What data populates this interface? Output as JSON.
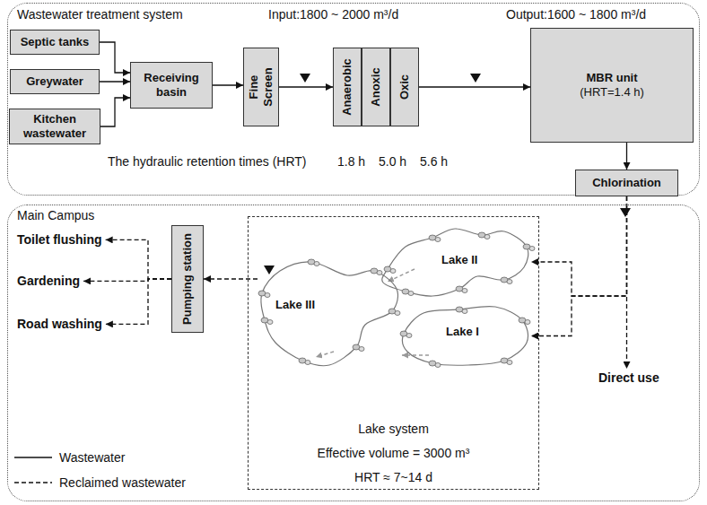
{
  "diagram": {
    "nodes": [
      {
        "text": [
          "Wastewater treatment system",
          "Input:1800 ~ 2000 m³/d",
          "Output:1600 ~ 1800 m³/d"
        ]
      },
      {
        "text": [
          "Septic tanks"
        ],
        "in": 0
      },
      {
        "text": [
          "Greywater"
        ],
        "in": 0
      },
      {
        "text": [
          "Kitchen wastewater"
        ],
        "in": 0
      },
      {
        "text": [
          "Receiving basin"
        ],
        "in": 0
      },
      {
        "text": [
          "Fine Screen"
        ],
        "in": 0
      },
      {
        "text": [
          "Anaerobic"
        ],
        "in": 0
      },
      {
        "text": [
          "Anoxic"
        ],
        "in": 0
      },
      {
        "text": [
          "Oxic"
        ],
        "in": 0
      },
      {
        "text": [
          "MBR unit",
          "(HRT=1.4 h)"
        ],
        "in": 0
      },
      {
        "text": [
          "Chlorination"
        ],
        "in": 0
      },
      {
        "text": [
          "Main Campus"
        ]
      },
      {
        "text": [
          "Toilet flushing"
        ],
        "in": 11
      },
      {
        "text": [
          "Gardening"
        ],
        "in": 11
      },
      {
        "text": [
          "Road washing"
        ],
        "in": 11
      },
      {
        "text": [
          "Pumping station"
        ],
        "in": 11
      },
      {
        "text": [
          "Lake system",
          "Effective volume = 3000 m³",
          "HRT ≈ 7~14 d"
        ],
        "in": 11
      },
      {
        "text": [
          "Lake II"
        ],
        "in": 16
      },
      {
        "text": [
          "Lake III"
        ],
        "in": 16
      },
      {
        "text": [
          "Lake I"
        ],
        "in": 16
      },
      {
        "text": [
          "Direct use"
        ],
        "in": 11
      }
    ],
    "edges": [
      {
        "from": 1,
        "to": 4,
        "arrow": "to"
      },
      {
        "from": 2,
        "to": 4,
        "arrow": "to"
      },
      {
        "from": 3,
        "to": 4,
        "arrow": "to"
      },
      {
        "from": 4,
        "to": 5,
        "arrow": "to"
      },
      {
        "from": 5,
        "to": 6,
        "arrow": "to"
      },
      {
        "from": 8,
        "to": 9,
        "arrow": "to"
      },
      {
        "from": 9,
        "to": 10,
        "arrow": "to"
      },
      {
        "from": 10,
        "to": 17,
        "arrow": "to"
      },
      {
        "from": 10,
        "to": 19,
        "arrow": "to"
      },
      {
        "from": 10,
        "to": 20,
        "arrow": "to"
      },
      {
        "from": 18,
        "to": 15,
        "arrow": "to"
      },
      {
        "from": 15,
        "to": 12,
        "arrow": "to"
      },
      {
        "from": 15,
        "to": 13,
        "arrow": "to"
      },
      {
        "from": 15,
        "to": 14,
        "arrow": "to"
      }
    ],
    "labels": [
      "The hydraulic retention times (HRT)",
      "1.8 h",
      "5.0 h",
      "5.6 h"
    ],
    "legend": [
      {
        "text": "Wastewater"
      },
      {
        "text": "Reclaimed wastewater"
      }
    ]
  }
}
